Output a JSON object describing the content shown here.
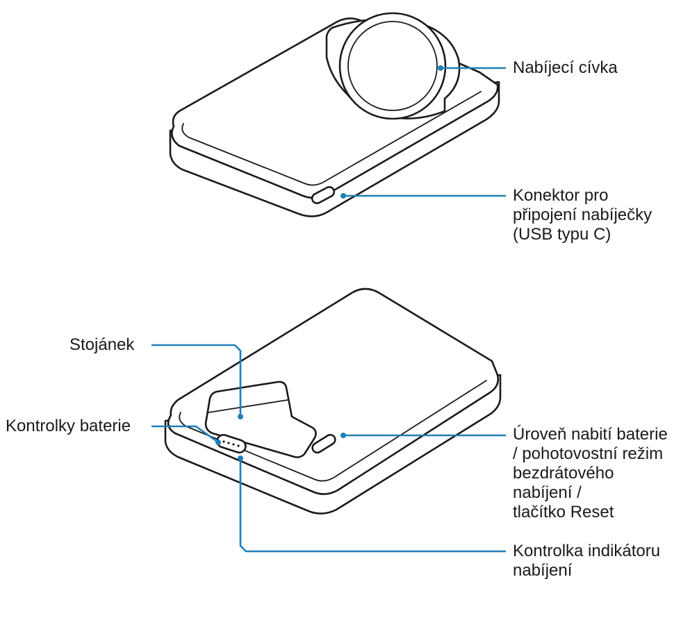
{
  "colors": {
    "leader": "#1d7fb8",
    "outline": "#1a1a1a"
  },
  "labels": {
    "coil": "Nabíjecí cívka",
    "connector": [
      "Konektor pro",
      "připojení nabíječky",
      "(USB typu C)"
    ],
    "stand": "Stojánek",
    "battery_lights": "Kontrolky baterie",
    "button": [
      "Úroveň nabití baterie",
      "/ pohotovostní režim",
      "bezdrátového",
      "nabíjení /",
      "tlačítko Reset"
    ],
    "charging_indicator": [
      "Kontrolka indikátoru",
      "nabíjení"
    ]
  }
}
